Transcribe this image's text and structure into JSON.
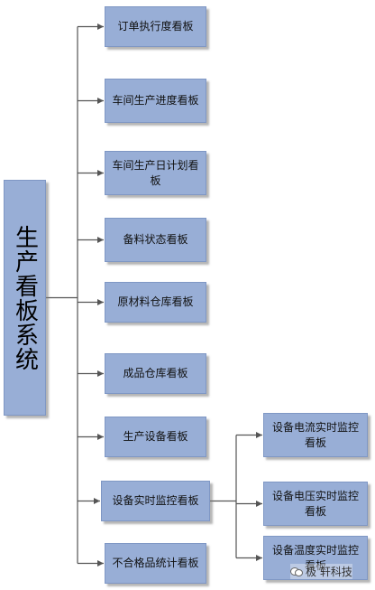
{
  "root": {
    "label": "生产看板系统"
  },
  "boards": [
    "订单执行度看板",
    "车间生产进度看板",
    "车间生产日计划看板",
    "备料状态看板",
    "原材料仓库看板",
    "成品仓库看板",
    "生产设备看板",
    "设备实时监控看板",
    "不合格品统计看板"
  ],
  "monitor_children": [
    "设备电流实时监控看板",
    "设备电压实时监控看板",
    "设备温度实时监控看板"
  ],
  "watermark": {
    "text": "极 轩科技",
    "icon": "wechat-icon"
  },
  "colors": {
    "box_fill": "#98aed6",
    "box_border": "#7f97c4",
    "connector": "#555555"
  }
}
